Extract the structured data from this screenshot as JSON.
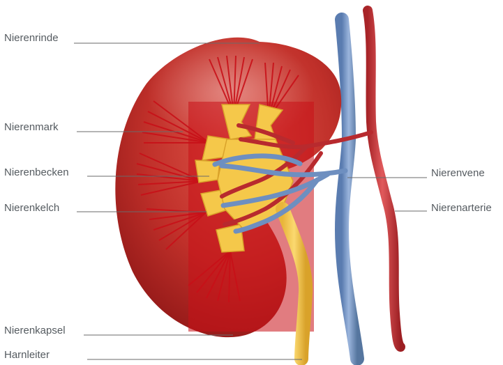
{
  "diagram": {
    "labels": {
      "cortex": "Nierenrinde",
      "medulla": "Nierenmark",
      "pelvis": "Nierenbecken",
      "calyx": "Nierenkelch",
      "capsule": "Nierenkapsel",
      "ureter": "Harnleiter",
      "vein": "Nierenvene",
      "artery": "Nierenarterie"
    },
    "colors": {
      "kidney": "#c0302a",
      "kidney_dark": "#8a1414",
      "pyramid": "#c81018",
      "calyx": "#f5c84a",
      "vein": "#6e8fc0",
      "artery": "#c8383c",
      "leader_line": "#6a6a6a",
      "text": "#555b60"
    }
  }
}
